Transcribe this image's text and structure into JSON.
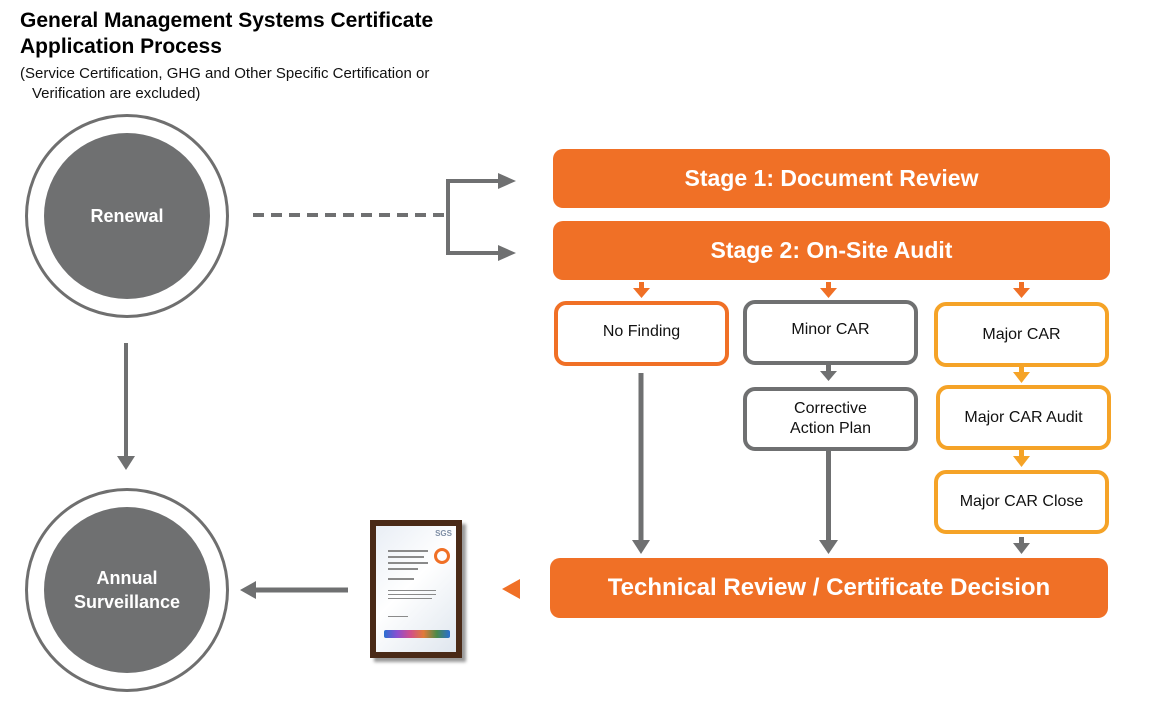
{
  "header": {
    "title": "General Management Systems Certificate Application Process",
    "subtitle_line1": "(Service Certification, GHG and Other Specific Certification or",
    "subtitle_line2": "Verification are excluded)"
  },
  "nodes": {
    "renewal": "Renewal",
    "annual_surveillance_line1": "Annual",
    "annual_surveillance_line2": "Surveillance",
    "stage1": "Stage 1: Document Review",
    "stage2": "Stage 2: On-Site Audit",
    "no_finding": "No Finding",
    "minor_car": "Minor CAR",
    "corrective_line1": "Corrective",
    "corrective_line2": "Action Plan",
    "major_car": "Major CAR",
    "major_car_audit": "Major CAR Audit",
    "major_car_close": "Major CAR Close",
    "technical_review": "Technical Review / Certificate Decision"
  },
  "certificate": {
    "icon": "certificate-icon",
    "brand": "SGS"
  },
  "colors": {
    "orange": "#f07026",
    "gray": "#6f7071",
    "yellow": "#f5a327"
  }
}
